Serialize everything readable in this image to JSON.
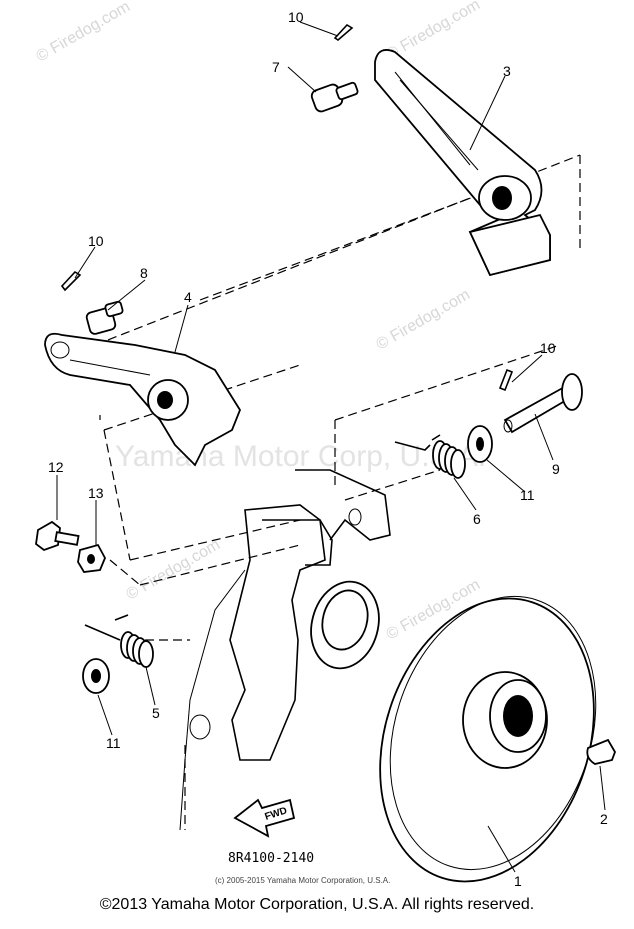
{
  "diagram": {
    "callouts": {
      "c1": "1",
      "c2": "2",
      "c3": "3",
      "c4": "4",
      "c5": "5",
      "c6": "6",
      "c7": "7",
      "c8": "8",
      "c9": "9",
      "c10a": "10",
      "c10b": "10",
      "c10c": "10",
      "c11a": "11",
      "c11b": "11",
      "c12": "12",
      "c13": "13"
    },
    "fwd_label": "FWD",
    "part_number": "8R4100-2140",
    "small_copyright": "(c) 2005-2015 Yamaha Motor Corporation, U.S.A.",
    "watermarks": {
      "firedog": "© Firedog.com",
      "yamaha": "Yamaha Motor Corp, U.S.A."
    }
  },
  "footer": "©2013 Yamaha Motor Corporation, U.S.A. All rights reserved."
}
